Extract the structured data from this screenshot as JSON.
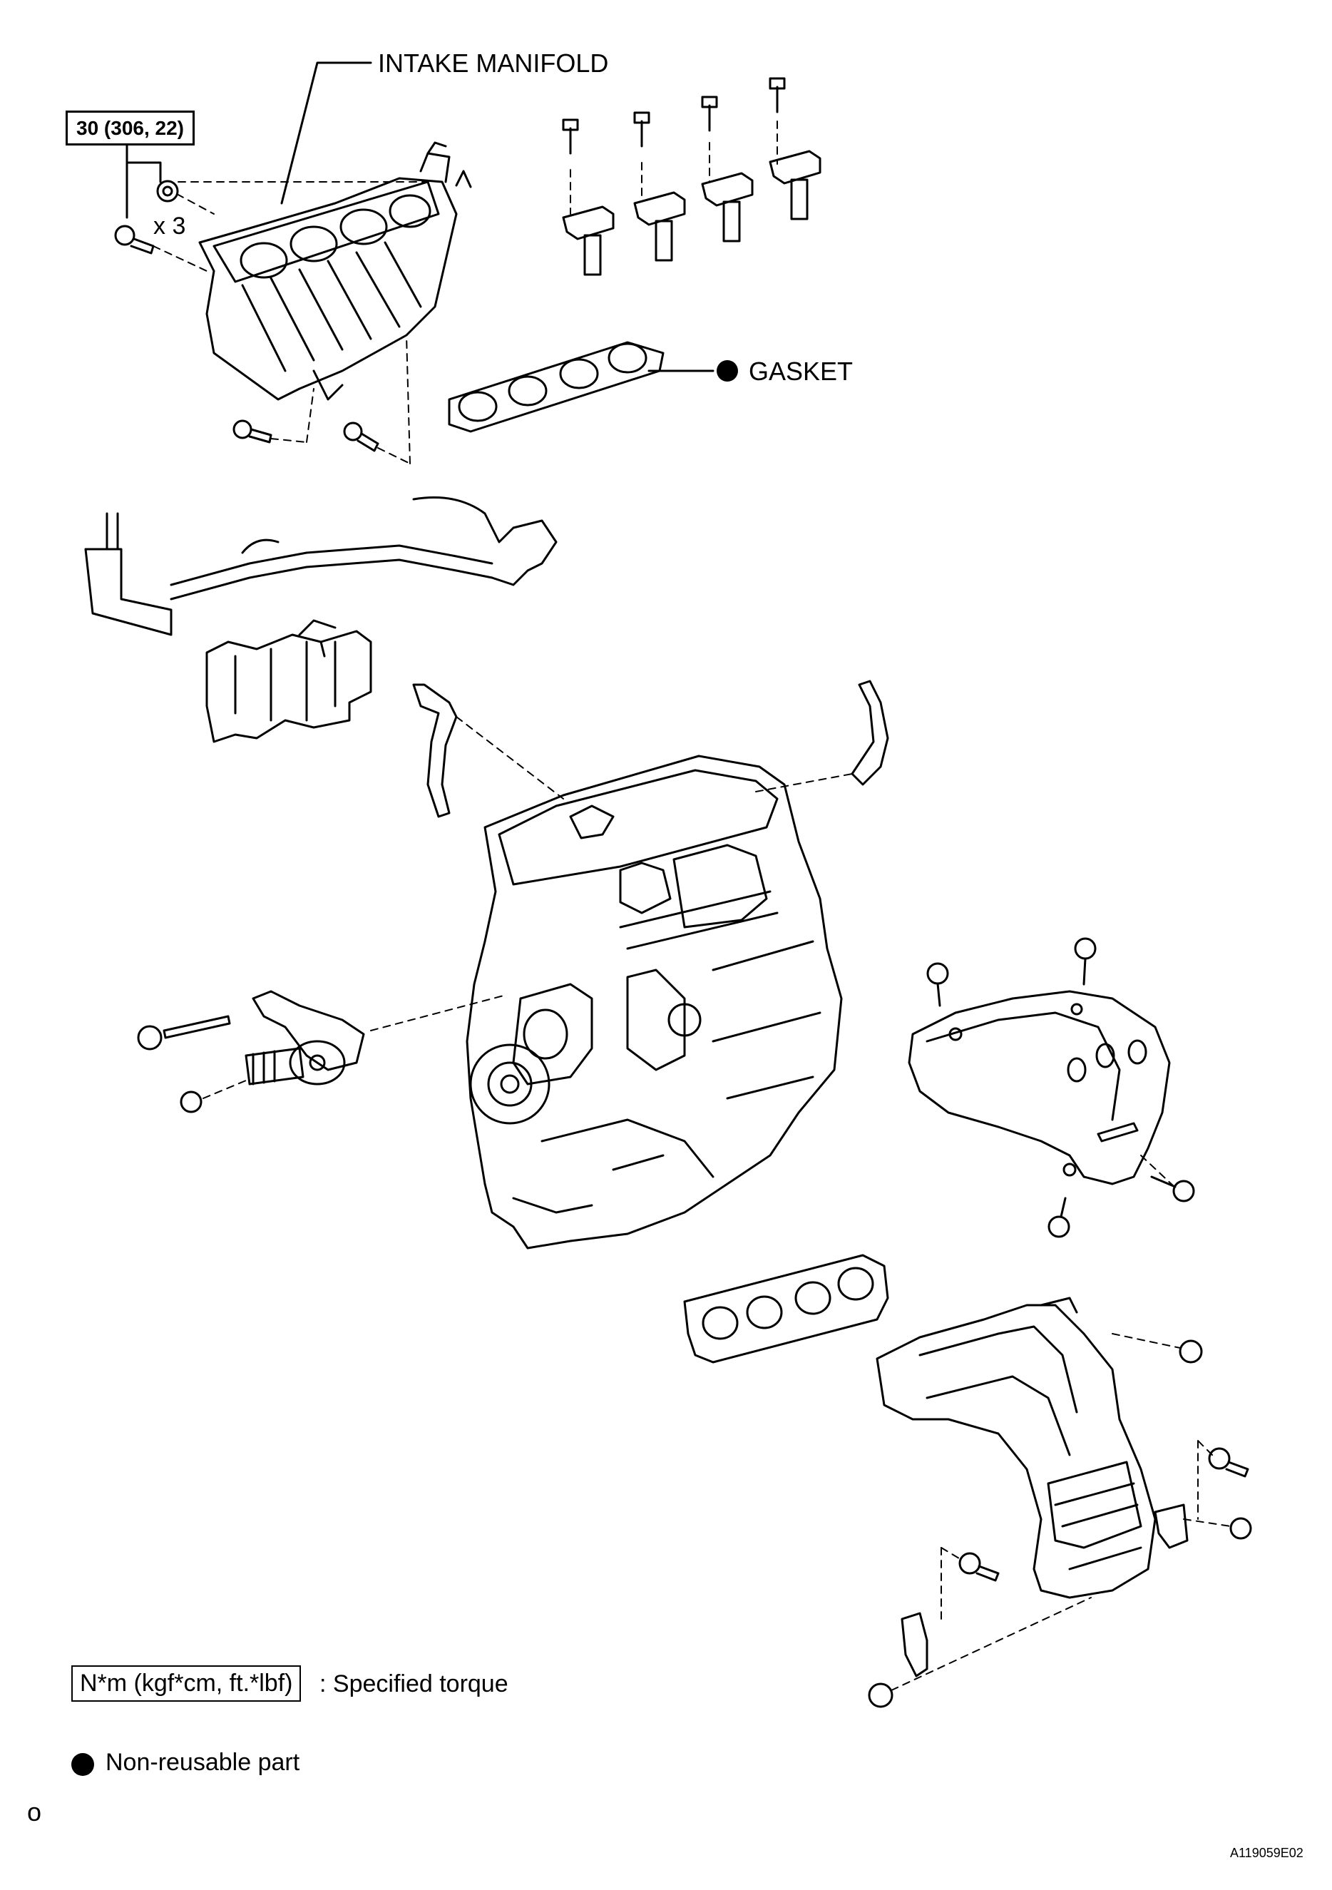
{
  "labels": {
    "intake_manifold": "INTAKE MANIFOLD",
    "gasket": "GASKET",
    "torque_value": "30 (306, 22)",
    "qty": "x 3"
  },
  "legend": {
    "torque_box": "N*m (kgf*cm, ft.*lbf)",
    "torque_text": ": Specified torque",
    "non_reusable": "Non-reusable part"
  },
  "footer": {
    "page_marker": "o",
    "figure_id": "A119059E02"
  },
  "colors": {
    "line": "#000000",
    "background": "#ffffff"
  }
}
